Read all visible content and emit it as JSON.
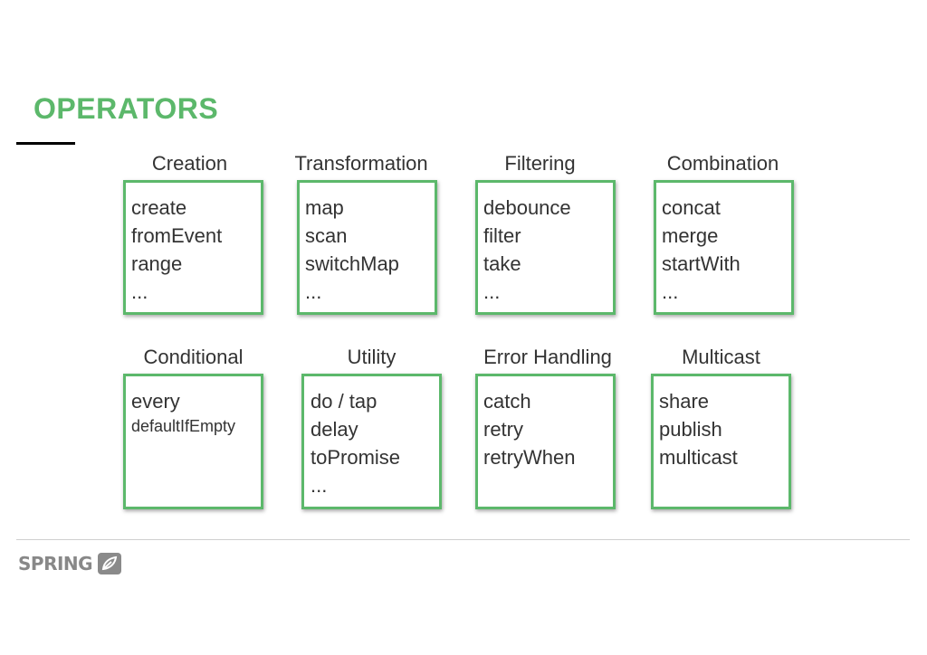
{
  "title": "OPERATORS",
  "colors": {
    "accent_green": "#5cb86b",
    "box_border": "#5cb86b",
    "text": "#333333",
    "footer_gray": "#888888"
  },
  "categories": [
    {
      "label": "Creation",
      "items": [
        "create",
        "fromEvent",
        "range",
        "..."
      ]
    },
    {
      "label": "Transformation",
      "items": [
        "map",
        "scan",
        "switchMap",
        "..."
      ]
    },
    {
      "label": "Filtering",
      "items": [
        "debounce",
        "filter",
        "take",
        "..."
      ]
    },
    {
      "label": "Combination",
      "items": [
        "concat",
        "merge",
        "startWith",
        "..."
      ]
    },
    {
      "label": "Conditional",
      "items": [
        "every",
        "defaultIfEmpty"
      ]
    },
    {
      "label": "Utility",
      "items": [
        "do / tap",
        "delay",
        "toPromise",
        "..."
      ]
    },
    {
      "label": "Error Handling",
      "items": [
        "catch",
        "retry",
        "retryWhen"
      ]
    },
    {
      "label": "Multicast",
      "items": [
        "share",
        "publish",
        "multicast"
      ]
    }
  ],
  "footer": {
    "brand": "SPRING",
    "logo_icon": "leaf-logo-icon"
  }
}
